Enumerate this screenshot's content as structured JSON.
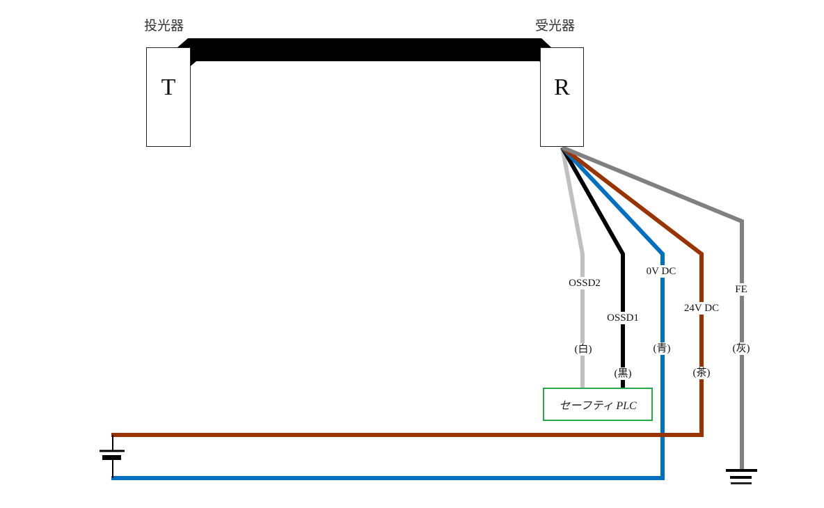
{
  "emitter": {
    "title": "投光器",
    "letter": "T"
  },
  "receiver": {
    "title": "受光器",
    "letter": "R"
  },
  "wires": [
    {
      "id": "ossd2",
      "signal": "OSSD2",
      "color_label": "(白)",
      "color": "#c0c0c0"
    },
    {
      "id": "ossd1",
      "signal": "OSSD1",
      "color_label": "(黒)",
      "color": "#000000"
    },
    {
      "id": "zero_v",
      "signal": "0V DC",
      "color_label": "(青)",
      "color": "#0070c0"
    },
    {
      "id": "v24",
      "signal": "24V DC",
      "color_label": "(茶)",
      "color": "#993300"
    },
    {
      "id": "fe",
      "signal": "FE",
      "color_label": "(灰)",
      "color": "#808080"
    }
  ],
  "plc": {
    "label": "セーフティ PLC",
    "border_color": "#27a84a"
  },
  "cable_color": "#000000"
}
